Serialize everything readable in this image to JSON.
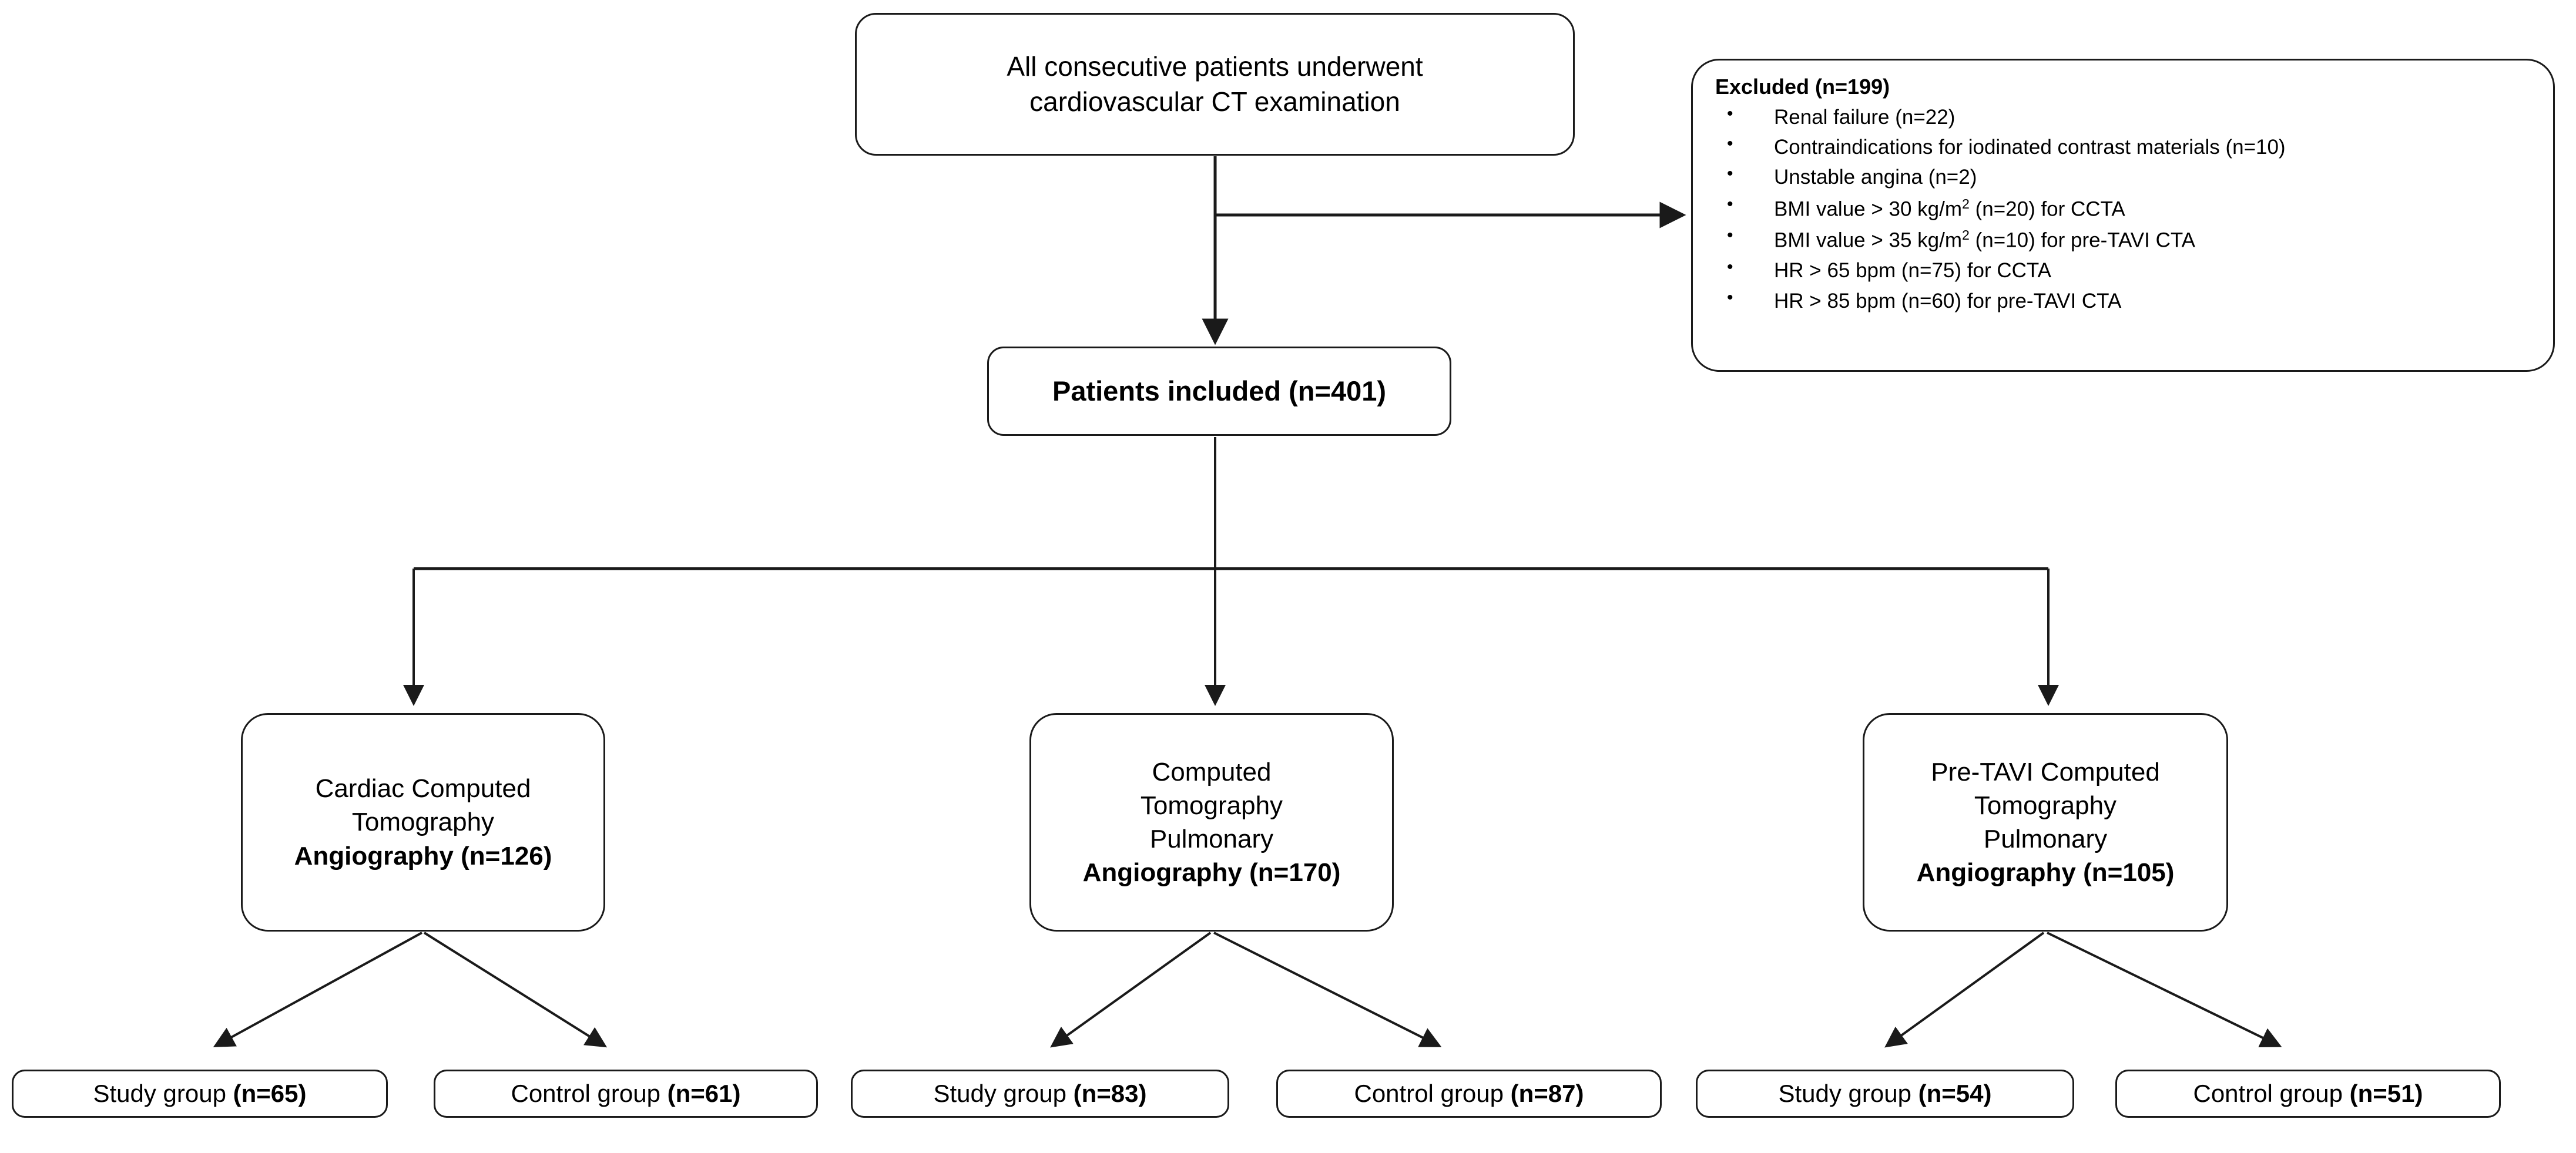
{
  "diagram": {
    "type": "study-flow-chart",
    "tier1": {
      "all_patients_line1": "All consecutive patients underwent",
      "all_patients_line2": "cardiovascular CT examination"
    },
    "excluded": {
      "title": "Excluded (n=199)",
      "items": [
        "Renal failure (n=22)",
        "Contraindications for iodinated contrast materials (n=10)",
        "Unstable angina (n=2)",
        "BMI value > 30 kg/m²  (n=20) for CCTA",
        "BMI value > 35 kg/m² (n=10)  for pre-TAVI CTA",
        "HR > 65 bpm (n=75) for CCTA",
        "HR > 85 bpm (n=60) for pre-TAVI CTA"
      ]
    },
    "tier2": {
      "included_label": "Patients included (n=401)"
    },
    "modalities": [
      {
        "id": "ccta",
        "line1": "Cardiac Computed",
        "line2": "Tomography",
        "line3": "Angiography (n=126)",
        "n": 126
      },
      {
        "id": "ctpa",
        "line1": "Computed",
        "line2": "Tomography",
        "line3": "Pulmonary",
        "line4": "Angiography (n=170)",
        "n": 170
      },
      {
        "id": "tavi",
        "line1": "Pre-TAVI Computed",
        "line2": "Tomography",
        "line3": "Pulmonary",
        "line4": "Angiography (n=105)",
        "n": 105
      }
    ],
    "groups": [
      {
        "study": "Study group (n=65)",
        "control": "Control group (n=61)",
        "study_n": 65,
        "control_n": 61
      },
      {
        "study": "Study group (n=83)",
        "control": "Control group (n=87)",
        "study_n": 83,
        "control_n": 87
      },
      {
        "study": "Study group (n=54)",
        "control": "Control group (n=51)",
        "study_n": 54,
        "control_n": 51
      }
    ],
    "colors": {
      "stroke": "#1a1a1a",
      "background": "#ffffff",
      "text": "#000000"
    }
  }
}
